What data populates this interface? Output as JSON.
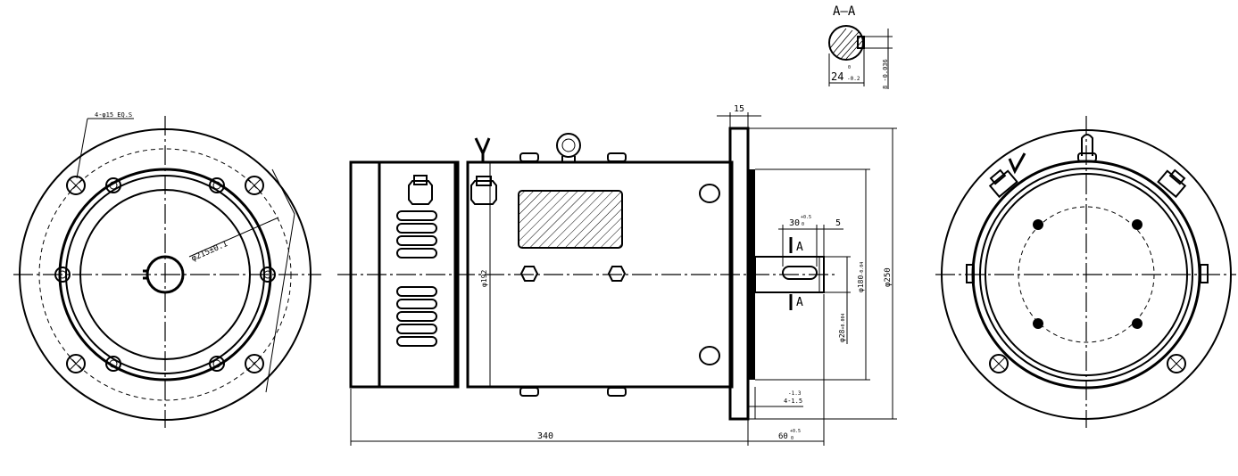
{
  "section_label": "A–A",
  "section_marks": [
    "A",
    "A"
  ],
  "dimensions": {
    "bolt_holes": "4-φ15 EQ.S",
    "pitch_circle": "φ215±0.1",
    "overall_length": "340",
    "flange_thickness": "15",
    "body_dia": "φ192",
    "key_length": "30",
    "key_length_tol_upper": "+0.5",
    "key_length_tol_lower": "0",
    "key_offset": "5",
    "pilot_dia": "φ180",
    "pilot_tol_upper": "0",
    "pilot_tol_lower": "-0.04",
    "flange_dia": "φ250",
    "shaft_dia": "φ28",
    "shaft_tol_upper": "+0.017",
    "shaft_tol_lower": "+0.004",
    "pilot_depth_upper": "-1.3",
    "pilot_depth_lower": "4-1.5",
    "shaft_length": "60",
    "shaft_length_tol_upper": "+0.5",
    "shaft_length_tol_lower": "0",
    "section_height": "24",
    "section_height_tol_upper": "0",
    "section_height_tol_lower": "-0.2",
    "key_width": "8",
    "key_width_tol_upper": "0",
    "key_width_tol_lower": "-0.036"
  },
  "colors": {
    "line": "#000000",
    "background": "#ffffff"
  }
}
